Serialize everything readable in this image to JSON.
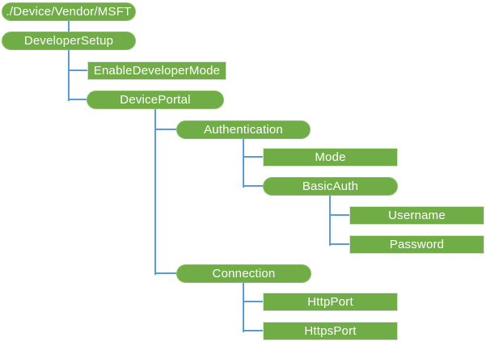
{
  "diagram": {
    "type": "hierarchy-tree",
    "colors": {
      "node_fill": "#70AD47",
      "pill_border": "#8CBE66",
      "rect_border": "#D9DFD2",
      "connector": "#5B9BD5",
      "text": "#FFFFFF"
    },
    "nodes": [
      {
        "label": "./Device/Vendor/MSFT",
        "shape": "pill",
        "parent": null
      },
      {
        "label": "DeveloperSetup",
        "shape": "pill",
        "parent": "./Device/Vendor/MSFT"
      },
      {
        "label": "EnableDeveloperMode",
        "shape": "rect",
        "parent": "DeveloperSetup"
      },
      {
        "label": "DevicePortal",
        "shape": "pill",
        "parent": "DeveloperSetup"
      },
      {
        "label": "Authentication",
        "shape": "pill",
        "parent": "DevicePortal"
      },
      {
        "label": "Mode",
        "shape": "rect",
        "parent": "Authentication"
      },
      {
        "label": "BasicAuth",
        "shape": "pill",
        "parent": "Authentication"
      },
      {
        "label": "Username",
        "shape": "rect",
        "parent": "BasicAuth"
      },
      {
        "label": "Password",
        "shape": "rect",
        "parent": "BasicAuth"
      },
      {
        "label": "Connection",
        "shape": "pill",
        "parent": "DevicePortal"
      },
      {
        "label": "HttpPort",
        "shape": "rect",
        "parent": "Connection"
      },
      {
        "label": "HttpsPort",
        "shape": "rect",
        "parent": "Connection"
      }
    ]
  }
}
